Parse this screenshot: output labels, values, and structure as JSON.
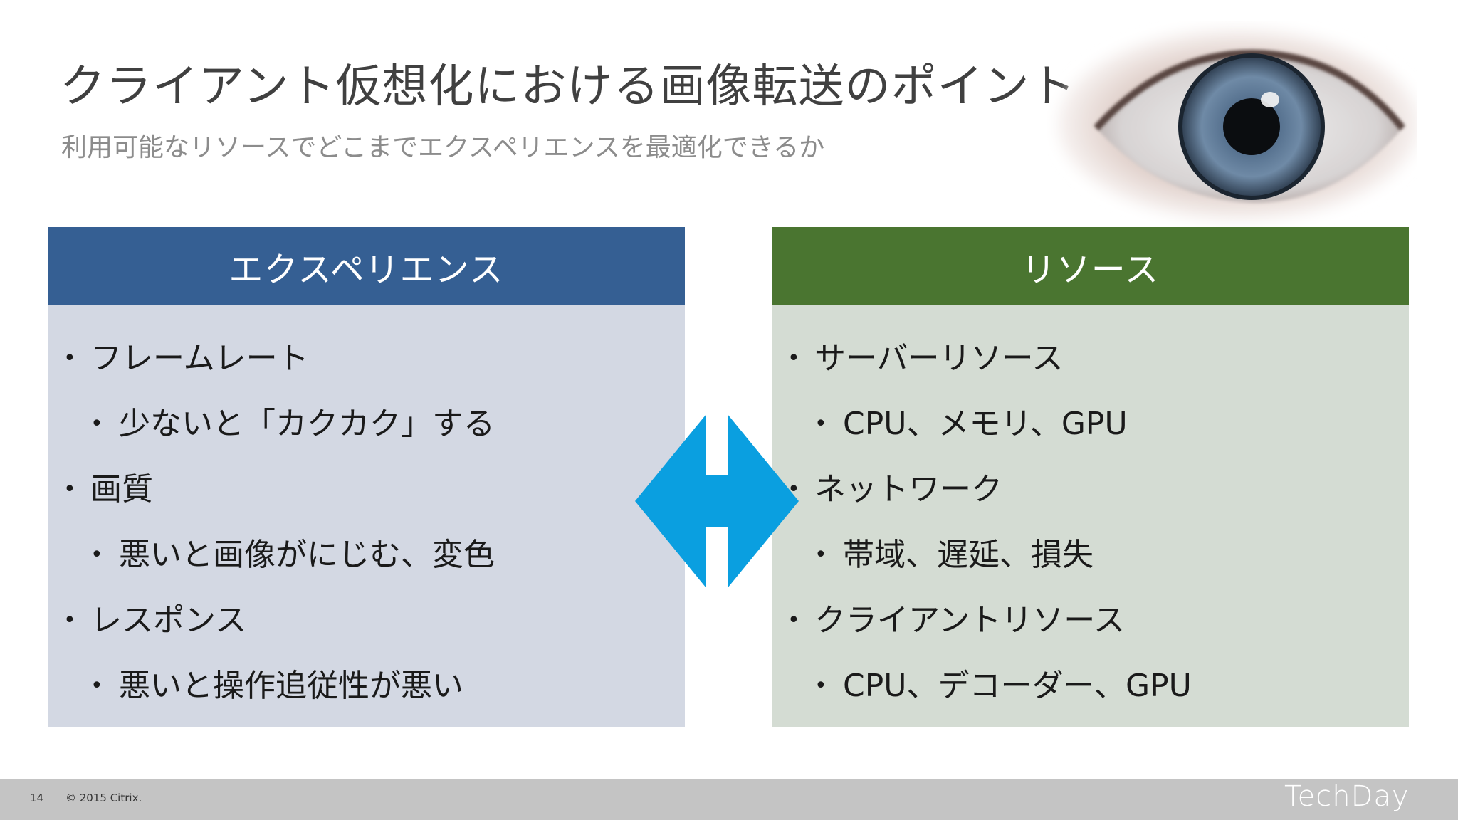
{
  "title": "クライアント仮想化における画像転送のポイント",
  "subtitle": "利用可能なリソースでどこまでエクスペリエンスを最適化できるか",
  "left_panel": {
    "header": "エクスペリエンス",
    "items": [
      {
        "level": 1,
        "text": "フレームレート"
      },
      {
        "level": 2,
        "text": "少ないと「カクカク」する"
      },
      {
        "level": 1,
        "text": "画質"
      },
      {
        "level": 2,
        "text": "悪いと画像がにじむ、変色"
      },
      {
        "level": 1,
        "text": "レスポンス"
      },
      {
        "level": 2,
        "text": "悪いと操作追従性が悪い"
      }
    ]
  },
  "right_panel": {
    "header": "リソース",
    "items": [
      {
        "level": 1,
        "text": "サーバーリソース"
      },
      {
        "level": 2,
        "text": "CPU、メモリ、GPU"
      },
      {
        "level": 1,
        "text": "ネットワーク"
      },
      {
        "level": 2,
        "text": "帯域、遅延、損失"
      },
      {
        "level": 1,
        "text": "クライアントリソース"
      },
      {
        "level": 2,
        "text": "CPU、デコーダー、GPU"
      }
    ]
  },
  "bullet_char": "•",
  "footer": {
    "page_number": "14",
    "copyright": "© 2015 Citrix.",
    "brand": "TechDay"
  },
  "colors": {
    "left_header": "#355f93",
    "right_header": "#4a7530",
    "arrow": "#0a9fe0"
  },
  "icons": {
    "arrow": "double-headed-arrow-icon",
    "eye": "eye-image"
  }
}
